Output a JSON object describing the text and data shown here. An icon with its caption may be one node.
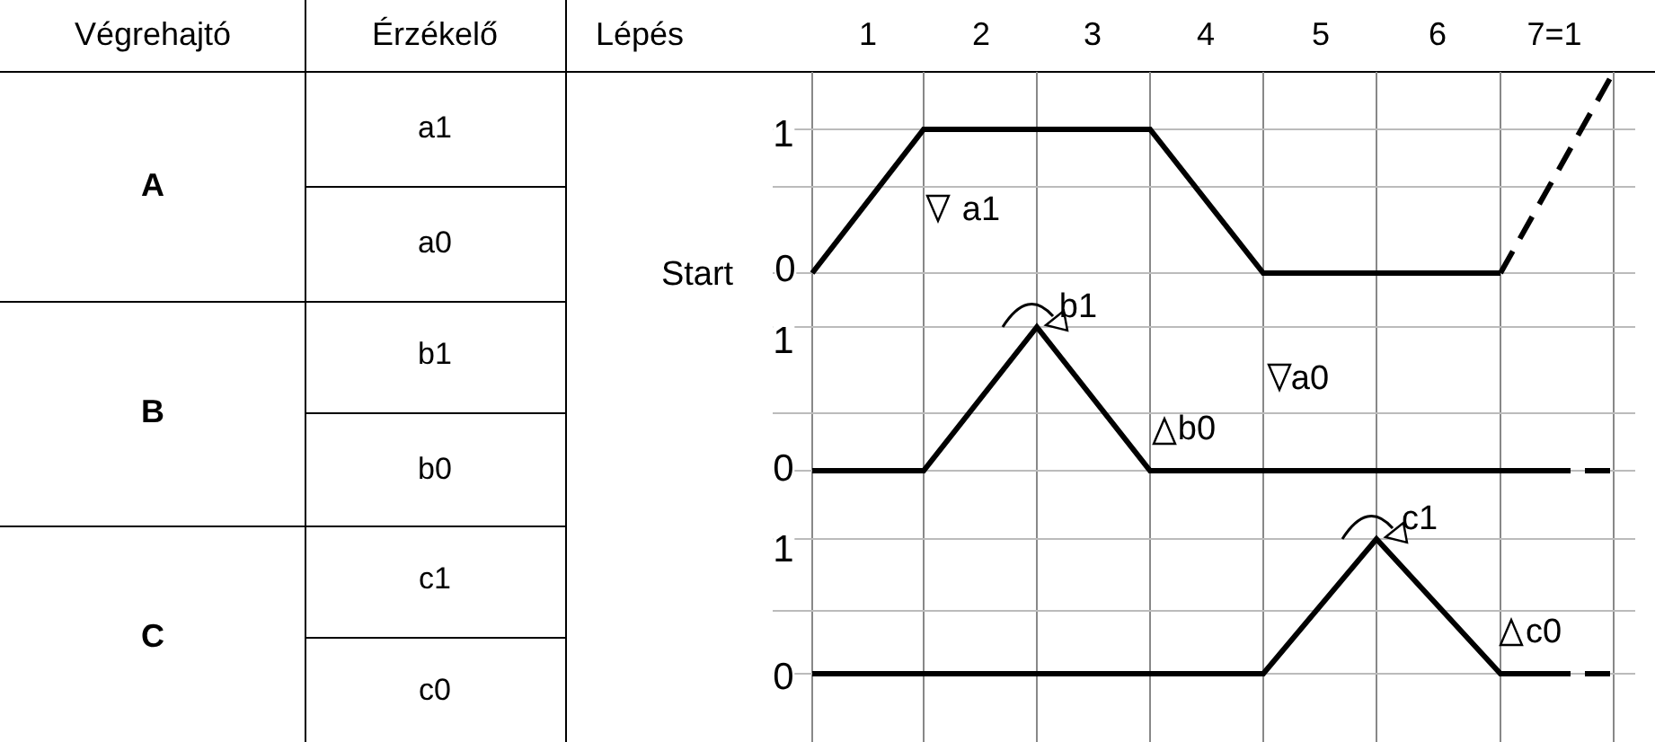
{
  "diagram": {
    "labels": [
      "Végrehajtó",
      "Érzékelő",
      "Lépés",
      "1",
      "2",
      "3",
      "4",
      "5",
      "6",
      "7=1",
      "a1",
      "1",
      "A",
      "a1",
      "a0",
      "Start",
      "0",
      "b1",
      "b1",
      "1",
      "B",
      "b0",
      "a0",
      "b0",
      "0",
      "c1",
      "c1",
      "1",
      "C",
      "c0",
      "c0",
      "0"
    ]
  }
}
